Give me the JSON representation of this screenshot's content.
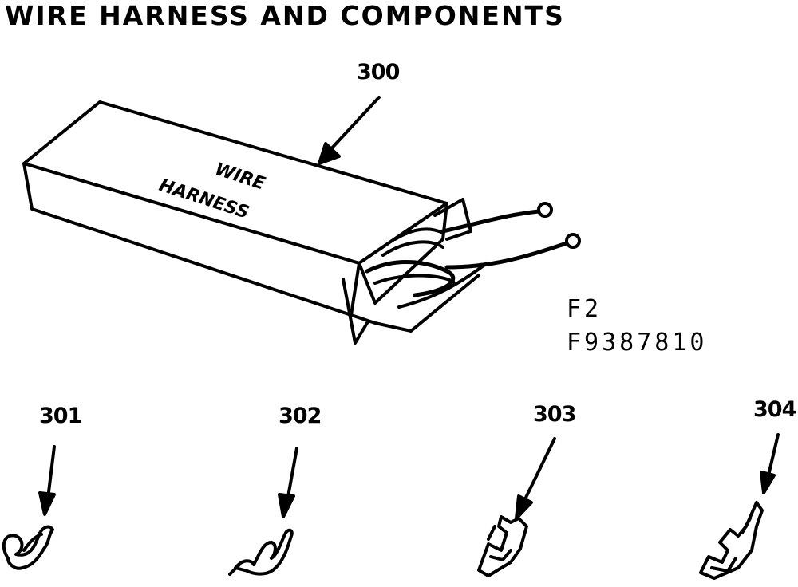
{
  "title": "WIRE HARNESS AND COMPONENTS",
  "box_label": {
    "line1": "WIRE",
    "line2": "HARNESS"
  },
  "parts": [
    {
      "number": "300"
    },
    {
      "number": "301"
    },
    {
      "number": "302"
    },
    {
      "number": "303"
    },
    {
      "number": "304"
    }
  ],
  "codes": {
    "line1": "F2",
    "line2": "F9387810"
  }
}
